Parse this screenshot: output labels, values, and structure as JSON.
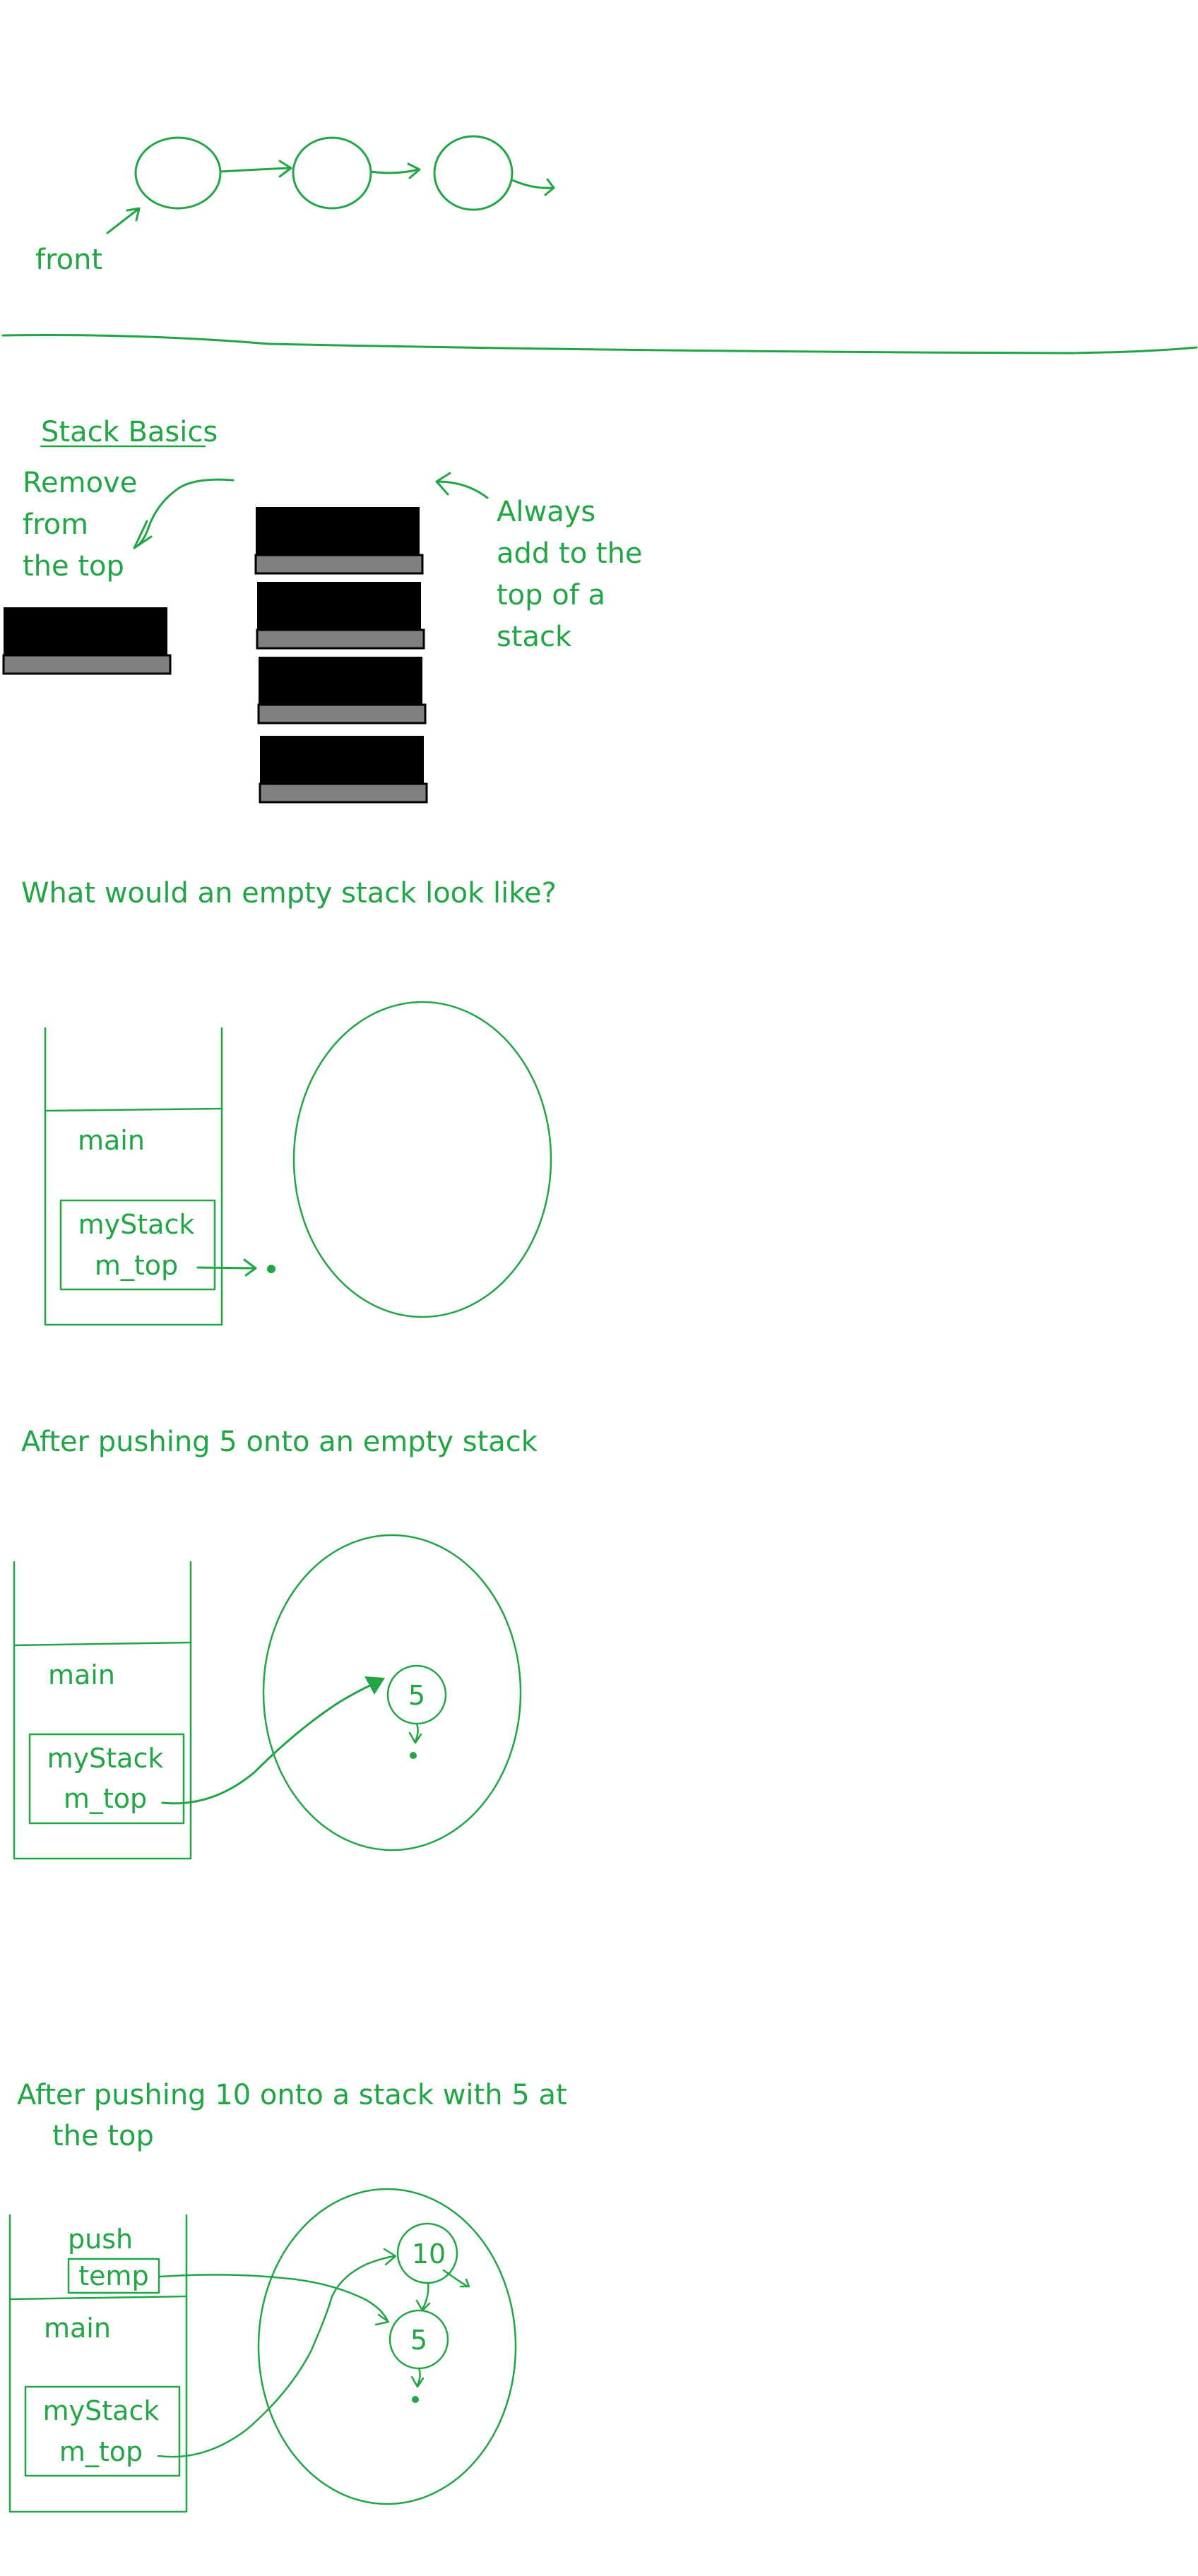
{
  "colors": {
    "ink": "#21a545",
    "block_dark": "#000000",
    "block_base": "#808080",
    "background": "#ffffff"
  },
  "linked_list": {
    "front_label": "front"
  },
  "stack_basics": {
    "heading": "Stack Basics",
    "remove_note": [
      "Remove",
      "from",
      "the top"
    ],
    "add_note": [
      "Always",
      "add to the",
      "top of a",
      "stack"
    ]
  },
  "empty_stack": {
    "question": "What would an empty stack look like?",
    "frame_label": "main",
    "var_name": "myStack",
    "var_field": "m_top"
  },
  "push_five": {
    "caption": "After pushing 5 onto an empty stack",
    "frame_label": "main",
    "var_name": "myStack",
    "var_field": "m_top",
    "node_value": "5"
  },
  "push_ten": {
    "caption_line1": "After pushing 10 onto a stack with 5 at",
    "caption_line2": "the top",
    "push_frame_label": "push",
    "temp_label": "temp",
    "frame_label": "main",
    "var_name": "myStack",
    "var_field": "m_top",
    "node_top_value": "10",
    "node_bottom_value": "5"
  }
}
